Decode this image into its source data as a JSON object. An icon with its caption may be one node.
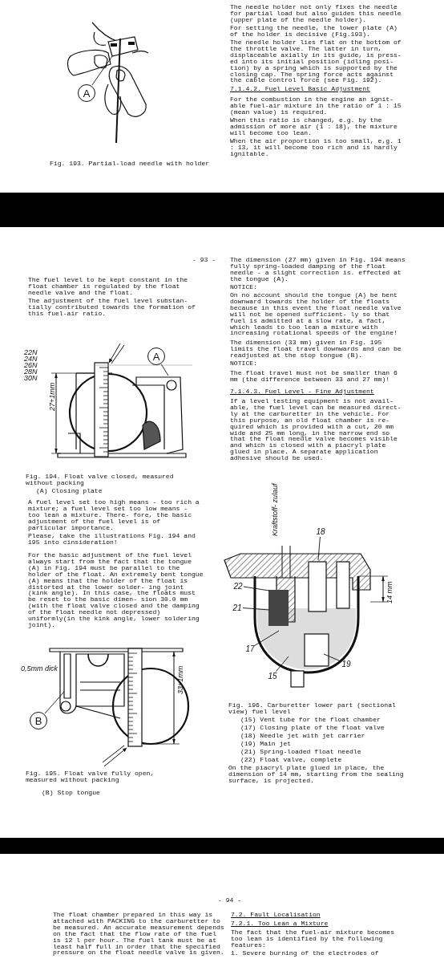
{
  "diagram": {
    "nodes": [
      {
        "text": [
          "A"
        ]
      },
      {
        "text": [
          "A"
        ]
      },
      {
        "text": [
          "B"
        ]
      },
      {
        "text": [
          "18"
        ]
      },
      {
        "text": [
          "22"
        ]
      },
      {
        "text": [
          "21"
        ]
      },
      {
        "text": [
          "17"
        ]
      },
      {
        "text": [
          "15"
        ]
      },
      {
        "text": [
          "19"
        ]
      }
    ],
    "edges": [
      {
        "from": 0,
        "to": null,
        "arrow": "none"
      },
      {
        "from": 1,
        "to": null,
        "arrow": "none"
      },
      {
        "from": 2,
        "to": null,
        "arrow": "none"
      },
      {
        "from": 3,
        "to": null,
        "arrow": "none"
      },
      {
        "from": 4,
        "to": null,
        "arrow": "none"
      },
      {
        "from": 5,
        "to": null,
        "arrow": "none"
      },
      {
        "from": 6,
        "to": null,
        "arrow": "none"
      },
      {
        "from": 7,
        "to": null,
        "arrow": "none"
      },
      {
        "from": 8,
        "to": null,
        "arrow": "none"
      }
    ],
    "labels": [
      "The needle holder not only fixes the needle for partial load but also guides this needle (upper plate of the needle holder).",
      "For setting the needle, the lower plate (A) of the holder is decisive (Fig.193).",
      "The needle holder lies flat on the bottom of the throttle valve. The latter in turn, displaceable axially in its guide, is press- ed into its initial position (idling posi- tion) by a spring which is supported by the closing cap. The spring force acts against the cable control force (see Fig. 192).",
      "7.1.4.2. Fuel Level Basic Adjustment",
      "For the combustion in the engine an ignit- able fuel-air mixture in the ratio of 1 : 15 (mean value) is required.",
      "When this ratio is changed, e.g. by the admission of more air (1 : 18), the mixture will become too lean.",
      "When the air proportion is too small, e,g. 1 : 13, it will become too rich and is hardly ignitable.",
      "Fig. 193. Partial-load needle with holder",
      "- 93 -",
      "The fuel level to be kept constant in the float chamber is regulated by the float needle valve and the float.",
      "The adjustment of the fuel level substan- tially contributed towards the formation of this fuel-air ratio.",
      "22N",
      "24N",
      "26N",
      "28N",
      "30N",
      "27+1mm",
      "Fig. 194. Float valve closed, measured without packing",
      "(A) Closing plate",
      "A fuel level set too high means - too rich a mixture; a fuel level set too low means - too lean a mixture. There- fore, the basic adjustment of the fuel level is of particular importance.",
      "Please, take the illustrations Fig. 194 and 195 into cinsideration!",
      "For the basic adjustment of the fuel level always start from the fact that the tongue (A) in Fig. 194 must be parallel to the holder of the float. An extremely bent tongue (A) means that the holder of the float is distorted at the lower solder- ing joint (kink angle). In this case, the floats must be reset to the basic dimen- sion 30.0 mm (with the float valve closed and the damping of the float needle not depressed) uniformly(in the kink angle, lower soldering joint).",
      "0,5mm dick",
      "33+1mm",
      "Fig. 195. Float valve fully open, measured without packing",
      "(B) Stop tongue",
      "The dimension (27 mm) given in Fig. 194 means fully spring-loaded damping of the float needle - a slight correction is. effected at the tongue (A).",
      "NOTICE:",
      "On no account should the tongue (A) be bent downward towards the holder of the floats because in this event the float needle valve will not be opened sufficient- ly so that fuel is admitted at a slow rate, a fact, which leads to too lean a mixture with increasing rotational speeds of the engine!",
      "The dimension (33 mm) given in Fig. 195 limits the float travel downwards and can be readjusted at the stop tongue (B).",
      "NOTICE:",
      "The float travel must not be smaller than 6 mm (the difference between 33 and 27 mm)!",
      "7.1.4.3. Fuel Level - Fine Adjustment",
      "If a level testing equipment is not avail- able, the fuel level can be measured direct- ly at the carburetter in the vehicle. For this purpose, an old float chamber is re- quired which is provided with a cut, 20 mm wide and 25 mm long, in the narrow end so that the float needle valve becomes visible and which is closed with a piacryl plate glued in place. A separate application adhesive should be used.",
      "Kraftstoff- zulauf",
      "14 mm",
      "Fig. 196. Carburetter lower part (sectional view) fuel level",
      "(15) Vent tube for the float chamber",
      "(17) Closing plate of the float valve",
      "(18) Needle jet with jet carrier",
      "(19) Main jet",
      "(21) Spring-loaded float needle",
      "(22) Float valve, complete",
      "On the piacryl plate glued in place, the dimension of 14 mm, starting from the sealing surface, is projected.",
      "- 94 -",
      "The float chamber prepared in this way is attached with PACKING to the carburetter to be measured. An accurate measurement depends on the fact that the flow rate of the fuel is 12 l per hour. The fuel tank must be at least half full in order that the specified pressure on the float needle valve is given.",
      "7.2. Fault Localisation",
      "7.2.1. Too Lean a Mixture",
      "The fact that the fuel-air mixture becomes too lean is identified by the following features:",
      "1. Severe burning of the electrodes of"
    ]
  }
}
